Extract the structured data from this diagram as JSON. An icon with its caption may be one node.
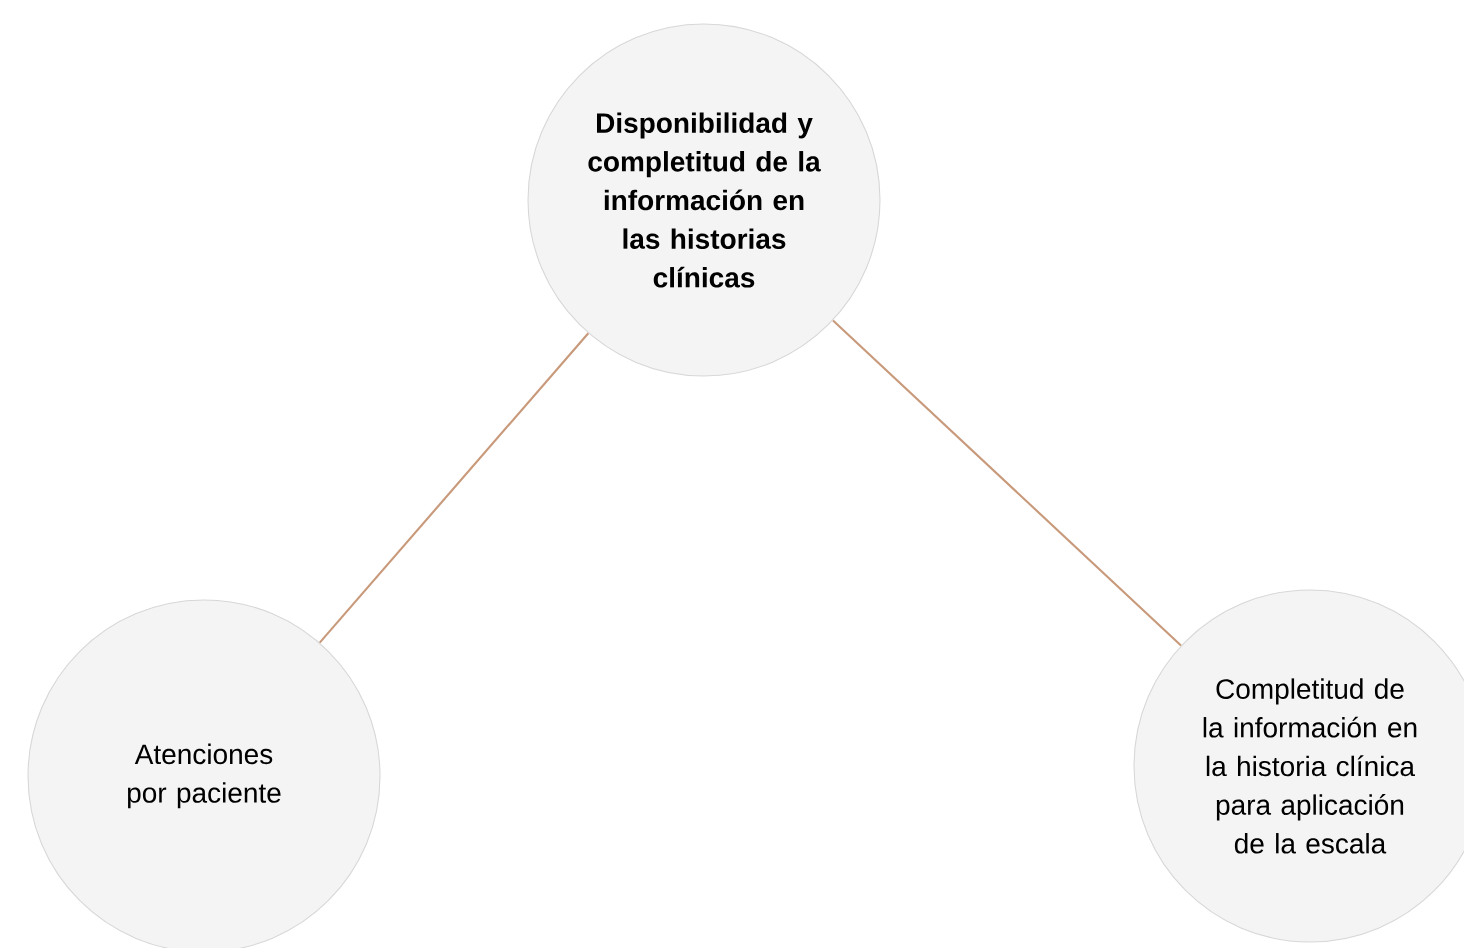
{
  "diagram": {
    "nodes": [
      {
        "text": [
          "Disponibilidad y completitud de la información en las historias clínicas"
        ]
      },
      {
        "text": [
          "Atenciones por paciente"
        ]
      },
      {
        "text": [
          "Completitud de la información en la historia clínica para aplicación de la escala"
        ]
      }
    ],
    "edges": [
      {
        "from": 0,
        "to": 1,
        "arrow": "none"
      },
      {
        "from": 0,
        "to": 2,
        "arrow": "none"
      }
    ]
  }
}
